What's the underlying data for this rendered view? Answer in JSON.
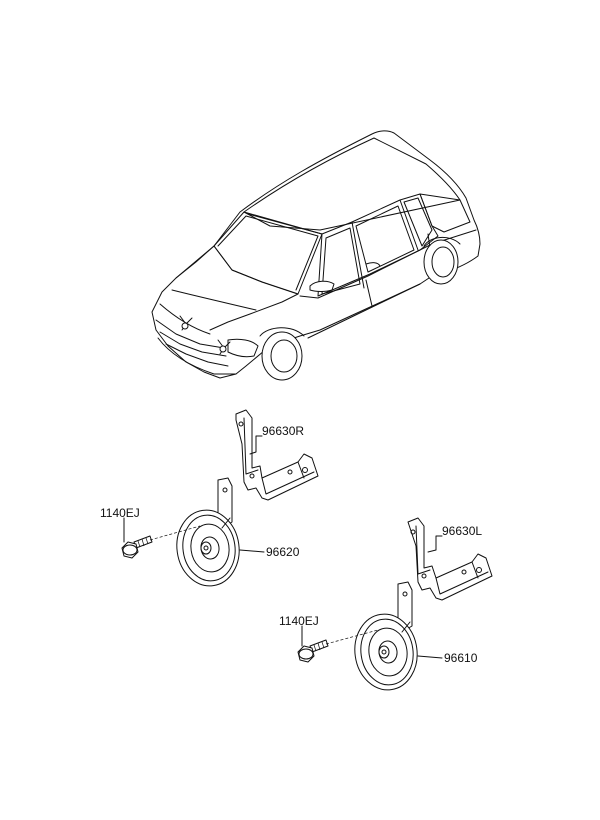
{
  "parts": {
    "bracket_right": "96630R",
    "bolt_upper": "1140EJ",
    "horn_upper": "96620",
    "bracket_left": "96630L",
    "bolt_lower": "1140EJ",
    "horn_lower": "96610"
  }
}
